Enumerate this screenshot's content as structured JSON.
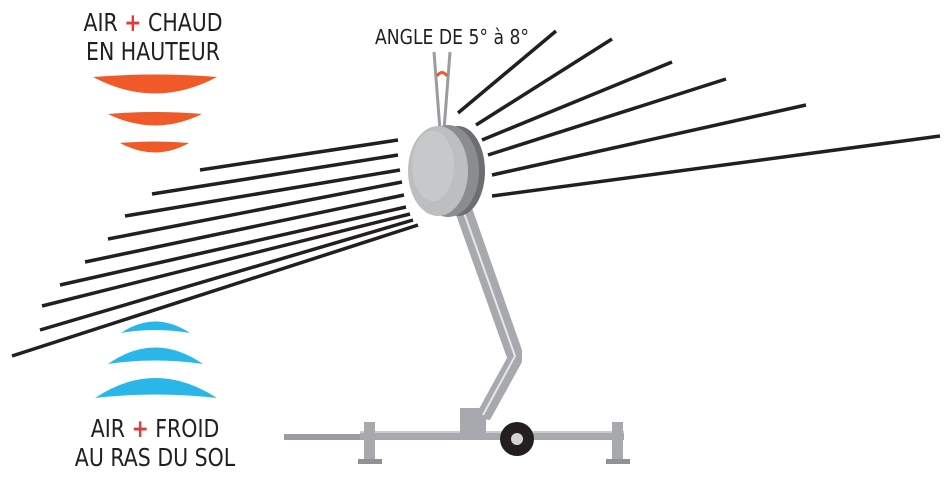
{
  "labels": {
    "hot": {
      "word1": "AIR",
      "plus": "+",
      "word2": "CHAUD",
      "line2": "EN HAUTEUR"
    },
    "cold": {
      "word1": "AIR",
      "plus": "+",
      "word2": "FROID",
      "line2": "AU RAS DU SOL"
    },
    "angle": "ANGLE DE 5° à 8°"
  },
  "icons": {
    "hot_air": "warm-air-arc-icon",
    "cold_air": "cold-air-arc-icon",
    "angle_marker": "angle-arc-icon",
    "machine": "wind-machine"
  },
  "colors": {
    "text": "#231f20",
    "plus": "#e03a3e",
    "hot_air": "#f05a28",
    "cold_air": "#29b6e8",
    "angle_marker": "#f05a28",
    "air_lines": "#231f20",
    "machine": "#a7a9ac"
  }
}
